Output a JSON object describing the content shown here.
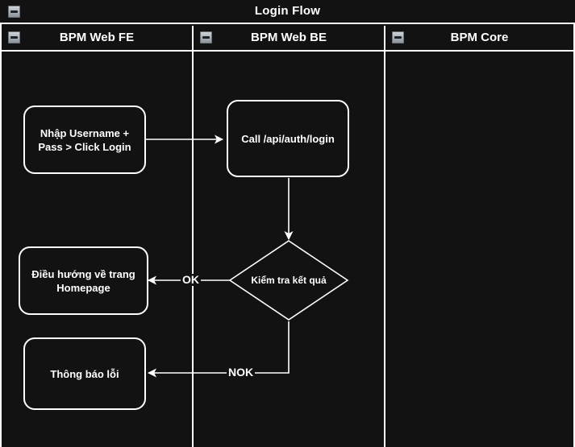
{
  "diagram": {
    "title": "Login Flow",
    "collapse_icon": "minus-square-icon",
    "background_color": "#121212",
    "stroke_color": "#ffffff",
    "text_color": "#ffffff"
  },
  "lanes": [
    {
      "name": "BPM Web FE",
      "collapse_icon": "minus-square-icon"
    },
    {
      "name": "BPM Web BE",
      "collapse_icon": "minus-square-icon"
    },
    {
      "name": "BPM Core",
      "collapse_icon": "minus-square-icon"
    }
  ],
  "nodes": [
    {
      "id": "n1",
      "type": "task",
      "lane": "BPM Web FE",
      "label": "Nhập Username +\nPass > Click Login"
    },
    {
      "id": "n2",
      "type": "task",
      "lane": "BPM Web BE",
      "label": "Call /api/auth/login"
    },
    {
      "id": "n3",
      "type": "gateway",
      "lane": "BPM Web BE",
      "label": "Kiểm tra kết quả"
    },
    {
      "id": "n4",
      "type": "task",
      "lane": "BPM Web FE",
      "label": "Điều hướng về trang\nHomepage"
    },
    {
      "id": "n5",
      "type": "task",
      "lane": "BPM Web FE",
      "label": "Thông báo lỗi"
    }
  ],
  "edges": [
    {
      "from": "n1",
      "to": "n2",
      "label": ""
    },
    {
      "from": "n2",
      "to": "n3",
      "label": ""
    },
    {
      "from": "n3",
      "to": "n4",
      "label": "OK"
    },
    {
      "from": "n3",
      "to": "n5",
      "label": "NOK"
    }
  ]
}
